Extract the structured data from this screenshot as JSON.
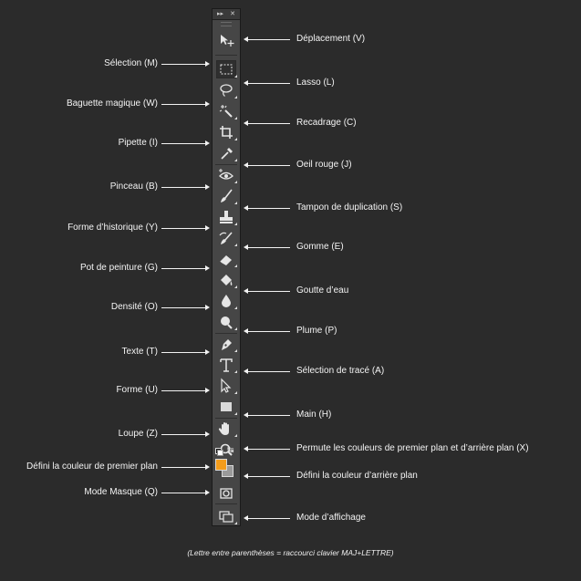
{
  "toolbar": {
    "header": {
      "collapse_icon": "double-chevron-right-icon",
      "close_icon": "close-icon"
    }
  },
  "labels": {
    "deplacement": "Déplacement  (V)",
    "selection": "Sélection  (M)",
    "lasso": "Lasso  (L)",
    "baguette": "Baguette magique (W)",
    "recadrage": "Recadrage  (C)",
    "pipette": "Pipette (I)",
    "oeil": "Oeil rouge  (J)",
    "pinceau": "Pinceau (B)",
    "tampon": "Tampon de duplication  (S)",
    "historique": "Forme d’historique (Y)",
    "gomme": "Gomme  (E)",
    "pot": "Pot de peinture (G)",
    "goutte": "Goutte d’eau",
    "densite": "Densité (O)",
    "plume": "Plume  (P)",
    "texte": "Texte (T)",
    "trace": "Sélection de tracé  (A)",
    "forme": "Forme (U)",
    "main": "Main  (H)",
    "loupe": "Loupe (Z)",
    "permute": "Permute les couleurs de premier plan et d’arrière plan  (X)",
    "premier_plan": "Défini la couleur de premier plan",
    "arriere_plan": "Défini la couleur d’arrière plan",
    "masque": "Mode Masque (Q)",
    "affichage": "Mode d’affichage"
  },
  "colors": {
    "foreground": "#f39c1b",
    "background": "#9a9a9a",
    "panel": "#464646",
    "page": "#2b2b2b"
  },
  "footnote": "(Lettre entre parenthèses = raccourci clavier MAJ+LETTRE)"
}
